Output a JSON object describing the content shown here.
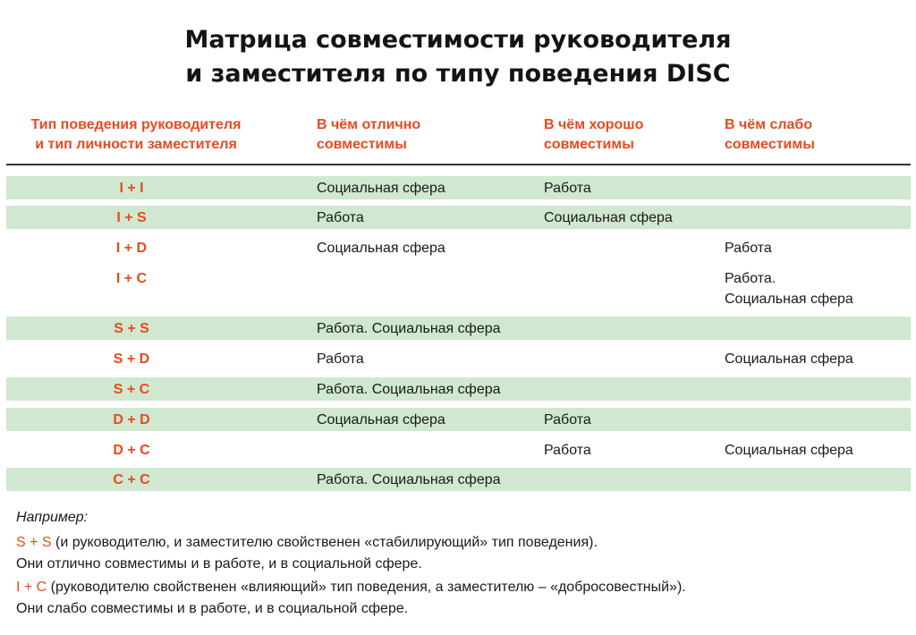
{
  "title": {
    "line1": "Матрица совместимости руководителя",
    "line2": "и заместителя по типу поведения DISC"
  },
  "header": {
    "col0_line1": "Тип поведения руководителя",
    "col0_line2": "и тип личности заместителя",
    "col1_line1": "В чём отлично",
    "col1_line2": "совместимы",
    "col2_line1": "В чём хорошо",
    "col2_line2": "совместимы",
    "col3_line1": "В чём слабо",
    "col3_line2": "совместимы"
  },
  "rows": [
    {
      "key": "I + I",
      "excellent": "Социальная сфера",
      "good": "Работа",
      "weak": ""
    },
    {
      "key": "I + S",
      "excellent": "Работа",
      "good": "Социальная сфера",
      "weak": ""
    },
    {
      "key": "I + D",
      "excellent": "Социальная сфера",
      "good": "",
      "weak": "Работа"
    },
    {
      "key": "I + C",
      "excellent": "",
      "good": "",
      "weak_line1": "Работа.",
      "weak_line2": "Социальная сфера"
    },
    {
      "key": "S + S",
      "excellent": "Работа. Социальная сфера",
      "good": "",
      "weak": ""
    },
    {
      "key": "S + D",
      "excellent": "Работа",
      "good": "",
      "weak": "Социальная сфера"
    },
    {
      "key": "S + C",
      "excellent": "Работа. Социальная сфера",
      "good": "",
      "weak": ""
    },
    {
      "key": "D + D",
      "excellent": "Социальная сфера",
      "good": "Работа",
      "weak": ""
    },
    {
      "key": "D + C",
      "excellent": "",
      "good": "Работа",
      "weak": "Социальная сфера"
    },
    {
      "key": "C + C",
      "excellent": "Работа. Социальная сфера",
      "good": "",
      "weak": ""
    }
  ],
  "notes": {
    "example_label": "Например:",
    "ex1_key": "S + S",
    "ex1_text": " (и руководителю, и заместителю свойственен «стабилирующий» тип поведения).",
    "ex1_line2": "Они отлично совместимы и в работе, и в социальной сфере.",
    "ex2_key": "I + C",
    "ex2_text": " (руководителю свойственен «влияющий» тип поведения, а заместителю – «добросовестный»).",
    "ex2_line2": "Они слабо совместимы и в работе, и в социальной сфере."
  },
  "colors": {
    "accent": "#e84a1f",
    "row_highlight": "#cfe8cf"
  }
}
